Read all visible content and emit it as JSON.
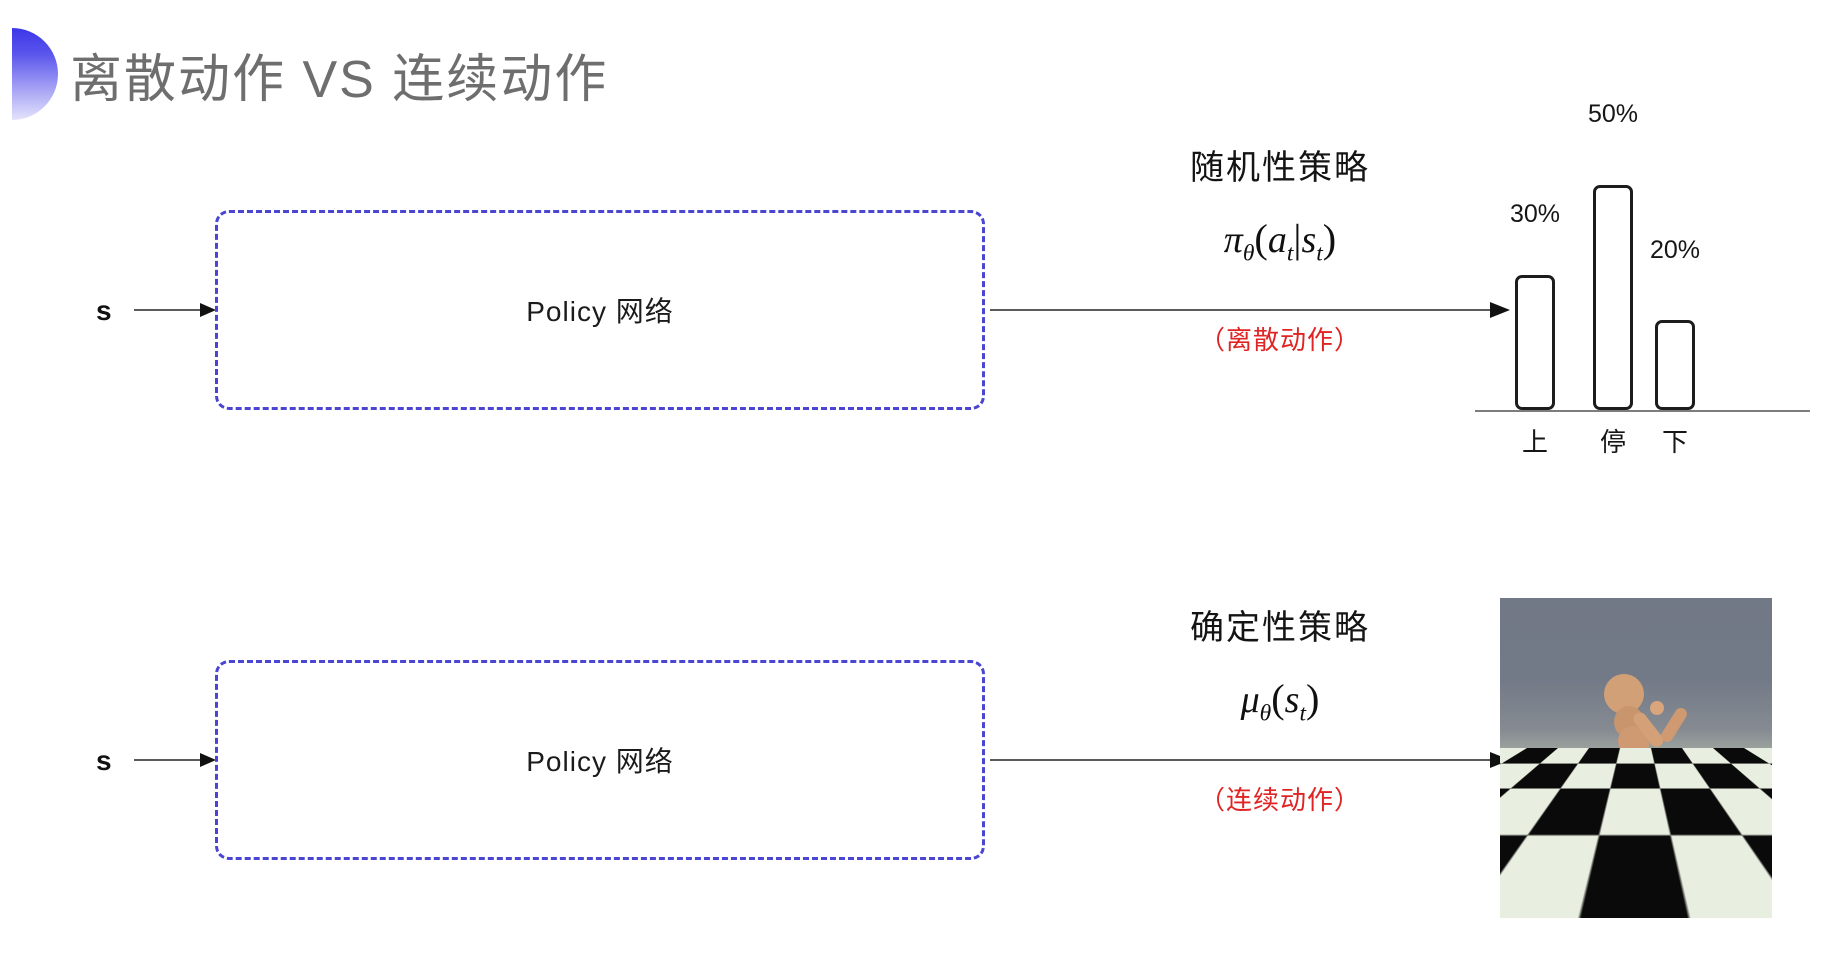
{
  "slide": {
    "title": "离散动作 VS 连续动作",
    "accent_color": "#4a46d2",
    "title_color": "#6e6e6e",
    "action_label_color": "#e02424"
  },
  "rows": [
    {
      "input_label": "s",
      "box_label": "Policy 网络",
      "policy_heading": "随机性策略",
      "formula_plain": "πθ(at|st)",
      "formula": {
        "symbol": "π",
        "subscript": "θ",
        "open": "(",
        "arg1": "a",
        "arg1_sub": "t",
        "bar": "|",
        "arg2": "s",
        "arg2_sub": "t",
        "close": ")"
      },
      "action_type": "（离散动作）",
      "output_kind": "bar-chart"
    },
    {
      "input_label": "s",
      "box_label": "Policy 网络",
      "policy_heading": "确定性策略",
      "formula_plain": "μθ(st)",
      "formula": {
        "symbol": "μ",
        "subscript": "θ",
        "open": "(",
        "arg1": "s",
        "arg1_sub": "t",
        "close": ")"
      },
      "action_type": "（连续动作）",
      "output_kind": "humanoid-image"
    }
  ],
  "chart_data": {
    "type": "bar",
    "title": "",
    "xlabel": "",
    "ylabel": "",
    "categories": [
      "上",
      "停",
      "下"
    ],
    "values": [
      30,
      50,
      20
    ],
    "value_labels": [
      "30%",
      "50%",
      "20%"
    ],
    "ylim": [
      0,
      60
    ],
    "grid": false,
    "legend": "none",
    "bar_style": {
      "fill": "#ffffff",
      "stroke": "#1c1c1c",
      "rounded": true
    },
    "baseline_color": "#7d7d7d"
  },
  "humanoid": {
    "description": "MuJoCo humanoid on checkerboard floor",
    "sky_color": "#737a87",
    "floor_colors": [
      "#0a0a0a",
      "#e8efe0"
    ],
    "body_color": "#cf9a72"
  }
}
